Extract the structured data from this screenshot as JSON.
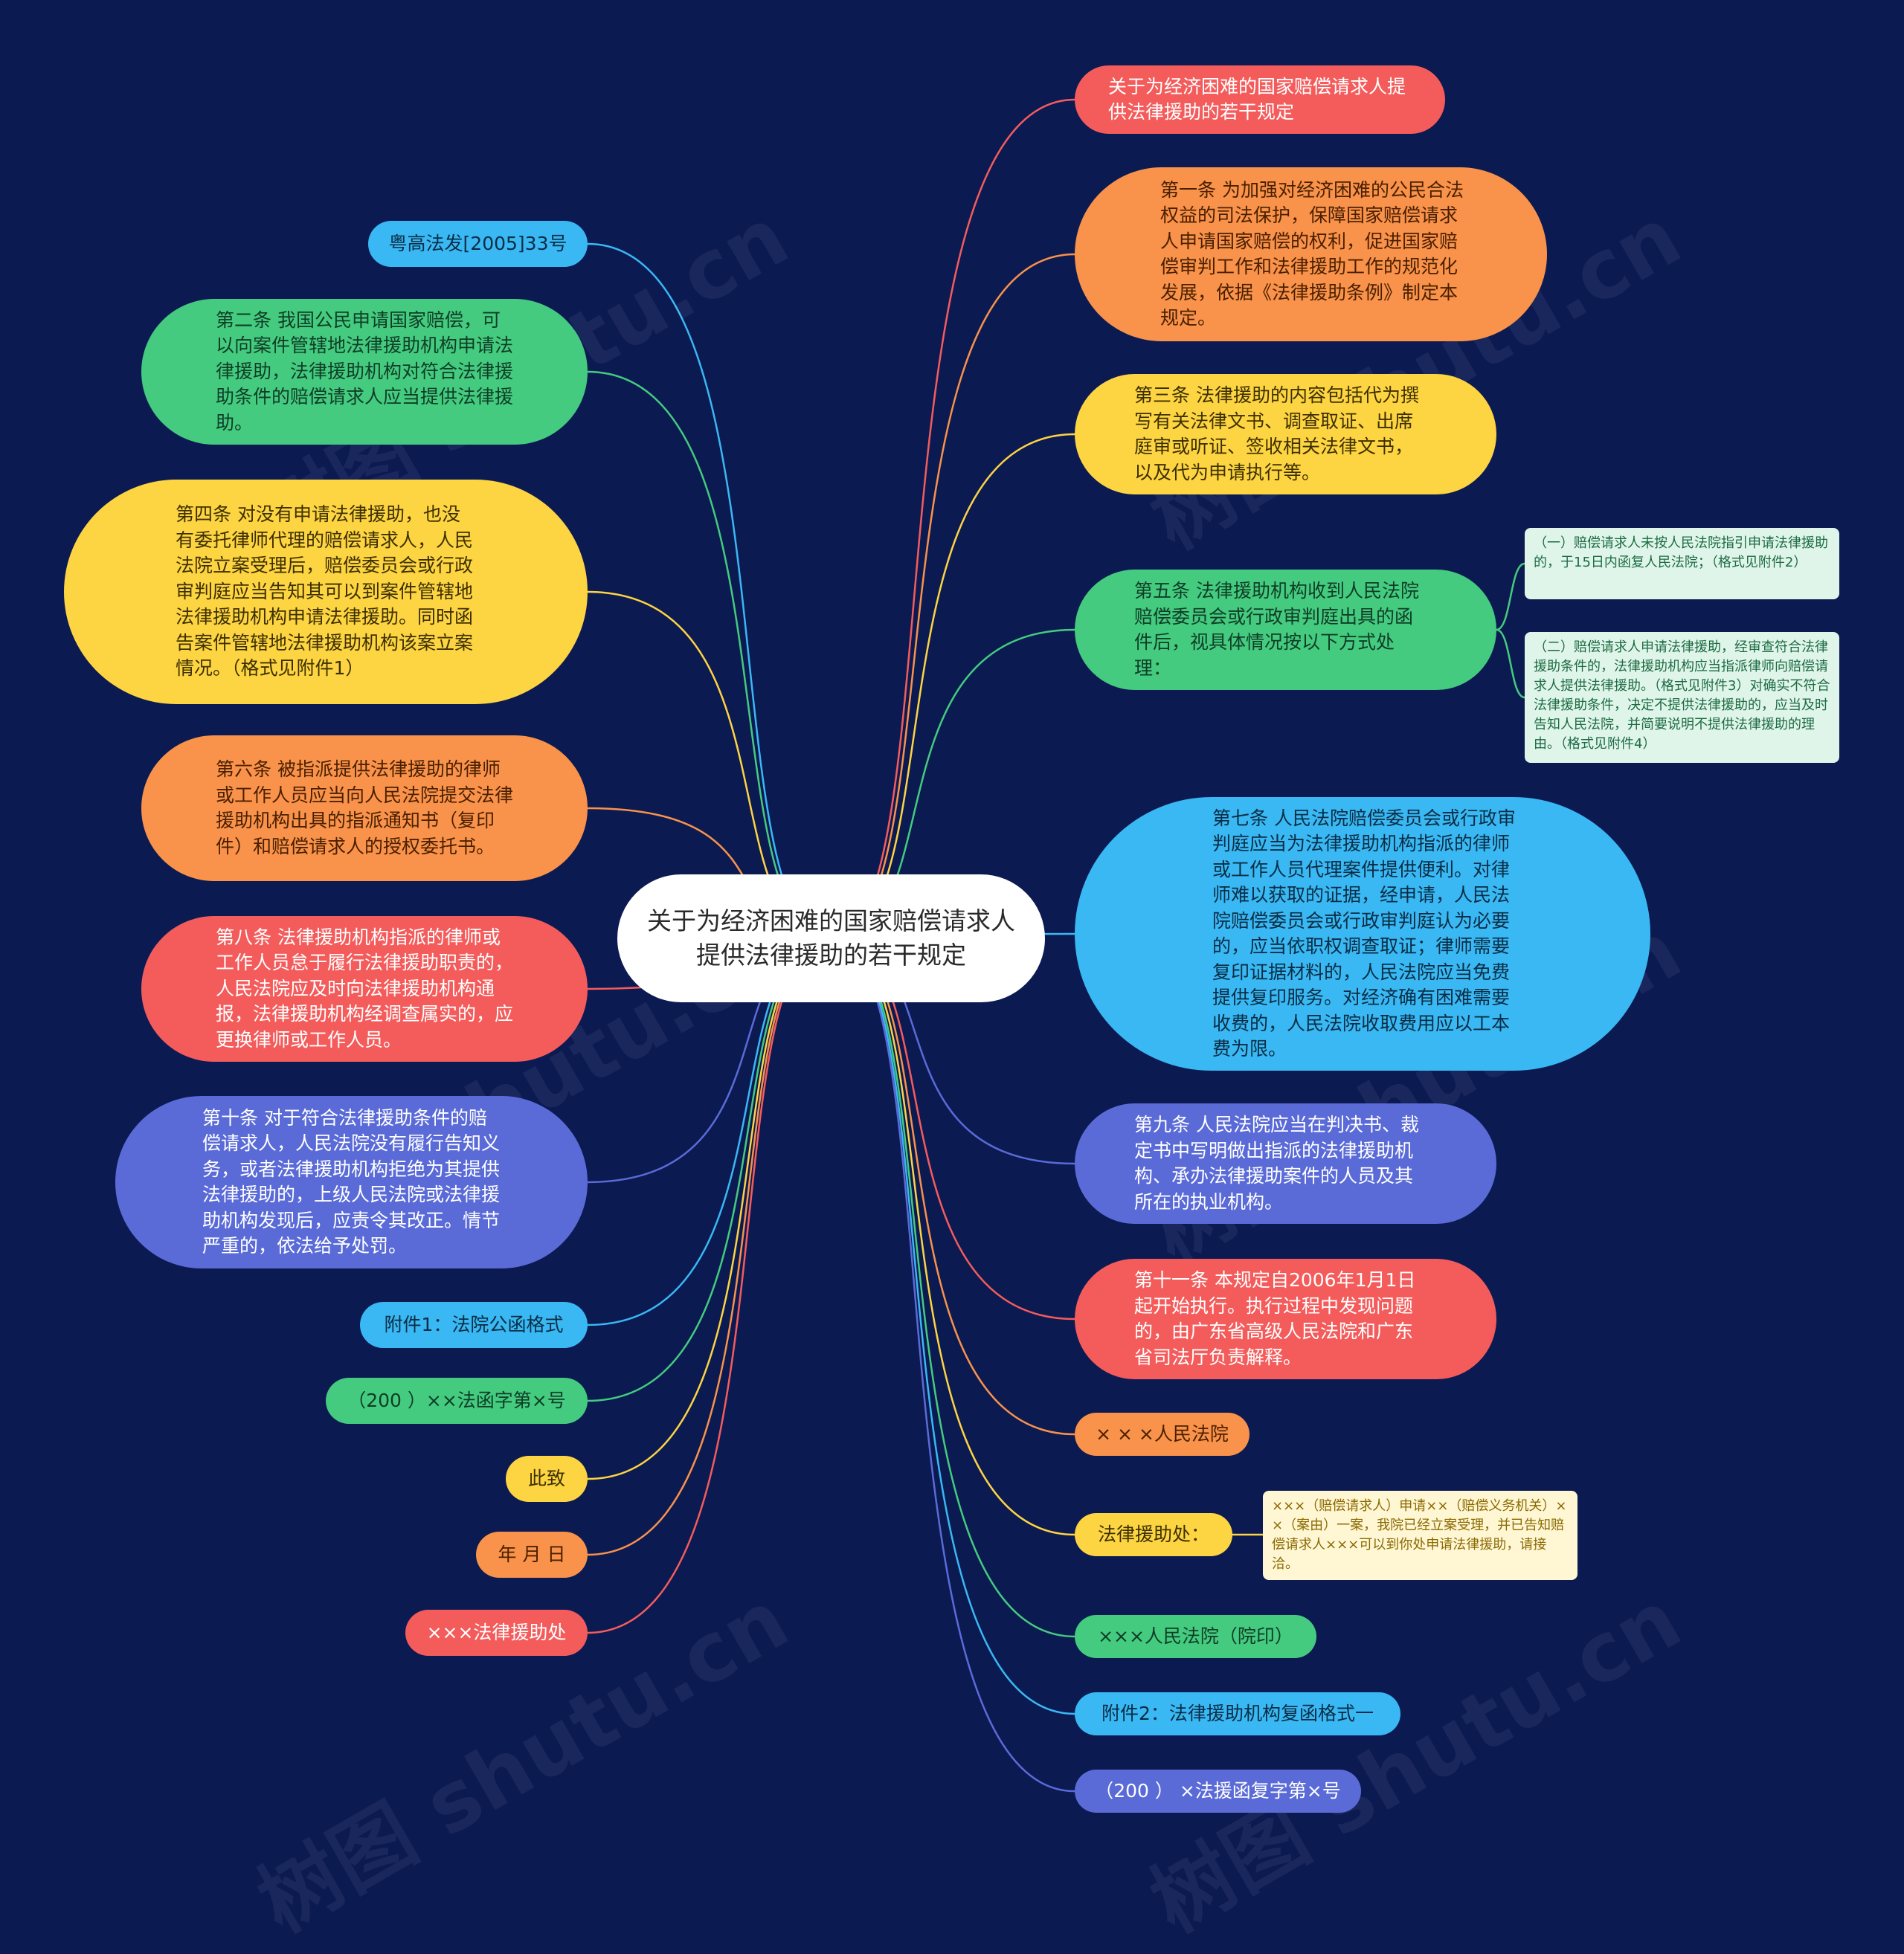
{
  "center": {
    "label": "关于为经济困难的国家赔偿请求人提供法律援助的若干规定"
  },
  "right": [
    {
      "text": "关于为经济困难的国家赔偿请求人提供法律援助的若干规定",
      "color": "#f45c5c"
    },
    {
      "text": "第一条 为加强对经济困难的公民合法权益的司法保护，保障国家赔偿请求人申请国家赔偿的权利，促进国家赔偿审判工作和法律援助工作的规范化发展，依据《法律援助条例》制定本规定。",
      "color": "#f9924a"
    },
    {
      "text": "第三条 法律援助的内容包括代为撰写有关法律文书、调查取证、出席庭审或听证、签收相关法律文书，以及代为申请执行等。",
      "color": "#fdd442"
    },
    {
      "text": "第五条 法律援助机构收到人民法院赔偿委员会或行政审判庭出具的函件后，视具体情况按以下方式处理：",
      "color": "#44cb7f"
    },
    {
      "text": "第七条 人民法院赔偿委员会或行政审判庭应当为法律援助机构指派的律师或工作人员代理案件提供便利。对律师难以获取的证据，经申请，人民法院赔偿委员会或行政审判庭认为必要的，应当依职权调查取证；律师需要复印证据材料的，人民法院应当免费提供复印服务。对经济确有困难需要收费的，人民法院收取费用应以工本费为限。",
      "color": "#39b8f3"
    },
    {
      "text": "第九条 人民法院应当在判决书、裁定书中写明做出指派的法律援助机构、承办法律援助案件的人员及其所在的执业机构。",
      "color": "#5a6bd8"
    },
    {
      "text": "第十一条 本规定自2006年1月1日起开始执行。执行过程中发现问题的，由广东省高级人民法院和广东省司法厅负责解释。",
      "color": "#f45c5c"
    },
    {
      "text": "× × ×人民法院",
      "color": "#f9924a"
    },
    {
      "text": "法律援助处：",
      "color": "#fdd442"
    },
    {
      "text": "×××人民法院（院印）",
      "color": "#44cb7f"
    },
    {
      "text": "附件2：法律援助机构复函格式一",
      "color": "#39b8f3"
    },
    {
      "text": "（200 ） ×法援函复字第×号",
      "color": "#5a6bd8"
    }
  ],
  "left": [
    {
      "text": "粤高法发[2005]33号",
      "color": "#39b8f3"
    },
    {
      "text": "第二条 我国公民申请国家赔偿，可以向案件管辖地法律援助机构申请法律援助，法律援助机构对符合法律援助条件的赔偿请求人应当提供法律援助。",
      "color": "#44cb7f"
    },
    {
      "text": "第四条 对没有申请法律援助，也没有委托律师代理的赔偿请求人，人民法院立案受理后，赔偿委员会或行政审判庭应当告知其可以到案件管辖地法律援助机构申请法律援助。同时函告案件管辖地法律援助机构该案立案情况。（格式见附件1）",
      "color": "#fdd442"
    },
    {
      "text": "第六条 被指派提供法律援助的律师或工作人员应当向人民法院提交法律援助机构出具的指派通知书（复印件）和赔偿请求人的授权委托书。",
      "color": "#f9924a"
    },
    {
      "text": "第八条 法律援助机构指派的律师或工作人员怠于履行法律援助职责的，人民法院应及时向法律援助机构通报，法律援助机构经调查属实的，应更换律师或工作人员。",
      "color": "#f45c5c"
    },
    {
      "text": "第十条 对于符合法律援助条件的赔偿请求人，人民法院没有履行告知义务，或者法律援助机构拒绝为其提供法律援助的，上级人民法院或法律援助机构发现后，应责令其改正。情节严重的，依法给予处罚。",
      "color": "#5a6bd8"
    },
    {
      "text": "附件1：法院公函格式",
      "color": "#39b8f3"
    },
    {
      "text": "（200 ）××法函字第×号",
      "color": "#44cb7f"
    },
    {
      "text": "此致",
      "color": "#fdd442"
    },
    {
      "text": "年 月 日",
      "color": "#f9924a"
    },
    {
      "text": "×××法律援助处",
      "color": "#f45c5c"
    }
  ],
  "sub": {
    "art5": [
      {
        "text": "（一）赔偿请求人未按人民法院指引申请法律援助的，于15日内函复人民法院；（格式见附件2）"
      },
      {
        "text": "（二）赔偿请求人申请法律援助，经审查符合法律援助条件的，法律援助机构应当指派律师向赔偿请求人提供法律援助。（格式见附件3）对确实不符合法律援助条件，决定不提供法律援助的，应当及时告知人民法院，并简要说明不提供法律援助的理由。（格式见附件4）"
      }
    ],
    "legal_aid": {
      "text": "×××（赔偿请求人）申请××（赔偿义务机关）××（案由）一案，我院已经立案受理，并已告知赔偿请求人×××可以到你处申请法律援助，请接洽。"
    }
  },
  "watermark": "树图 shutu.cn"
}
